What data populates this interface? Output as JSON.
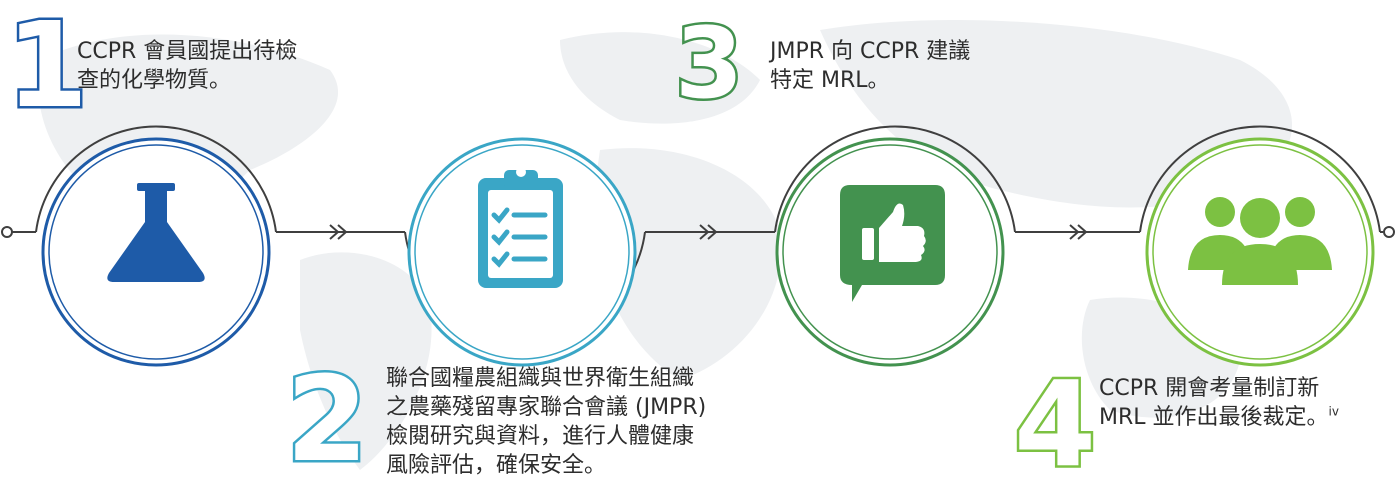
{
  "steps": [
    {
      "number": "1",
      "text": "CCPR 會員國提出待檢\n查的化學物質。",
      "icon": "flask-icon",
      "color": "#1e5ba8"
    },
    {
      "number": "2",
      "text": "聯合國糧農組織與世界衛生組織\n之農藥殘留專家聯合會議 (JMPR)\n檢閱研究與資料，進行人體健康\n風險評估，確保安全。",
      "icon": "clipboard-checklist-icon",
      "color": "#3aa6c6"
    },
    {
      "number": "3",
      "text": "JMPR 向 CCPR 建議\n特定 MRL。",
      "icon": "thumbs-up-icon",
      "color": "#43924f"
    },
    {
      "number": "4",
      "text": "CCPR 開會考量制訂新\nMRL 並作出最後裁定。",
      "superscript": "iv",
      "icon": "group-icon",
      "color": "#7cc142"
    }
  ],
  "connector_glyph": "»",
  "line_color": "#3f3f3f",
  "map_color": "#eef0f2"
}
